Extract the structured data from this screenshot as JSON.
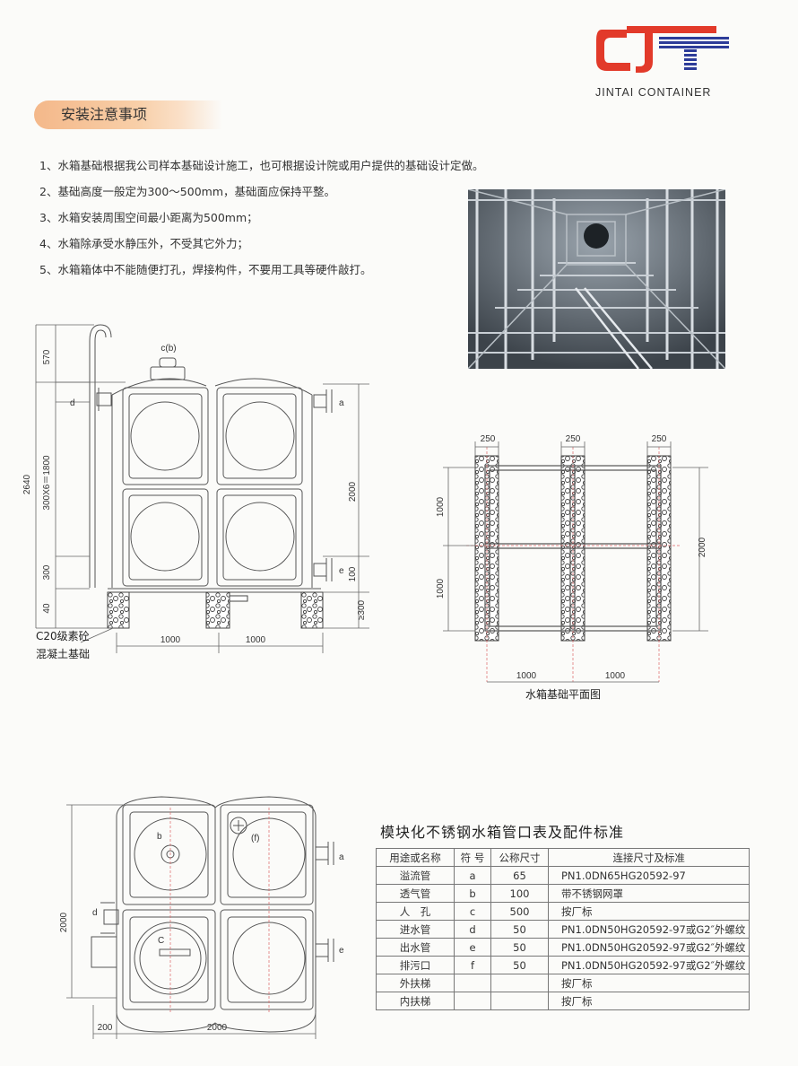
{
  "brand": {
    "name": "JINTAI CONTAINER",
    "colors": {
      "red": "#e23a2a",
      "blue": "#2d3c99"
    }
  },
  "section_title": "安装注意事项",
  "notes": [
    "1、水箱基础根据我公司样本基础设计施工，也可根据设计院或用户提供的基础设计定做。",
    "2、基础高度一般定为300～500mm，基础面应保持平整。",
    "3、水箱安装周围空间最小距离为500mm；",
    "4、水箱除承受水静压外，不受其它外力；",
    "5、水箱箱体中不能随便打孔，焊接构件，不要用工具等硬件敲打。"
  ],
  "front_view": {
    "labels": {
      "a": "a",
      "cb": "c(b)",
      "d": "d",
      "e": "e"
    },
    "dims": {
      "d570": "570",
      "d2640": "2640",
      "d1800": "300X6＝1800",
      "d300": "300",
      "d40": "40",
      "d2000": "2000",
      "d100": "100",
      "d300b": "≥300",
      "w1": "1000",
      "w2": "1000"
    },
    "foundation_label_1": "C20级素砼",
    "foundation_label_2": "混凝土基础"
  },
  "plan_view": {
    "dims": {
      "t1": "250",
      "t2": "250",
      "t3": "250",
      "h1": "1000",
      "h2": "1000",
      "h3": "2000",
      "w1": "1000",
      "w2": "1000"
    },
    "caption": "水箱基础平面图"
  },
  "top_view": {
    "labels": {
      "a": "a",
      "b": "b",
      "c": "C",
      "d": "d",
      "e": "e",
      "f": "(f)"
    },
    "dims": {
      "h": "2000",
      "w1": "200",
      "w2": "2000"
    }
  },
  "table": {
    "title": "模块化不锈钢水箱管口表及配件标准",
    "headers": [
      "用途或名称",
      "符 号",
      "公称尺寸",
      "连接尺寸及标准"
    ],
    "rows": [
      [
        "溢流管",
        "a",
        "65",
        "PN1.0DN65HG20592-97"
      ],
      [
        "透气管",
        "b",
        "100",
        "带不锈钢网罩"
      ],
      [
        "人　孔",
        "c",
        "500",
        "按厂标"
      ],
      [
        "进水管",
        "d",
        "50",
        "PN1.0DN50HG20592-97或G2″外螺纹"
      ],
      [
        "出水管",
        "e",
        "50",
        "PN1.0DN50HG20592-97或G2″外螺纹"
      ],
      [
        "排污口",
        "f",
        "50",
        "PN1.0DN50HG20592-97或G2″外螺纹"
      ],
      [
        "外扶梯",
        "",
        "",
        "按厂标"
      ],
      [
        "内扶梯",
        "",
        "",
        "按厂标"
      ]
    ]
  }
}
